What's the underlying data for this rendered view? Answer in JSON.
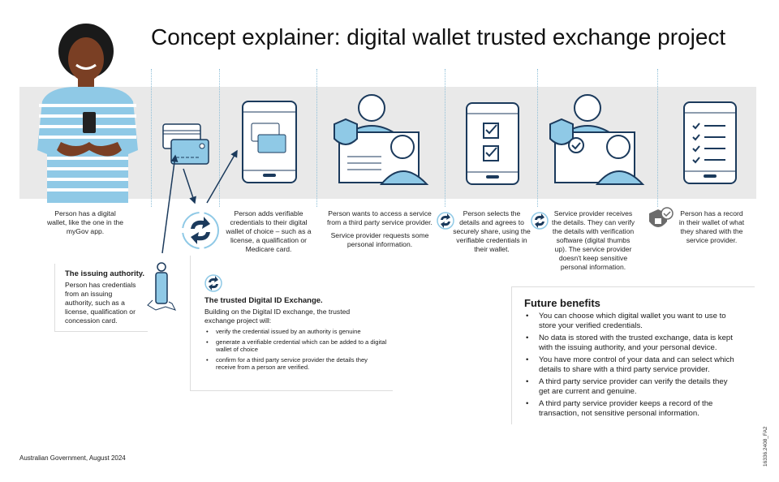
{
  "title": "Concept explainer: digital wallet trusted exchange project",
  "steps": [
    {
      "text": [
        "Person has a digital wallet, like the one in the myGov app."
      ]
    },
    {
      "text": [
        "Person adds verifiable credentials to their digital wallet of choice – such as a license, a qualification or Medicare card."
      ]
    },
    {
      "text": [
        "Person wants to access a service from a third party service provider.",
        "Service provider requests some personal information."
      ]
    },
    {
      "text": [
        "Person selects the details and agrees to securely share, using the verifiable credentials in their wallet."
      ]
    },
    {
      "text": [
        "Service provider receives the details. They can verify the details with verification software (digital thumbs up). The service provider doesn't keep sensitive personal information."
      ]
    },
    {
      "text": [
        "Person has a record in their wallet of what they shared with the service provider."
      ]
    }
  ],
  "issuing": {
    "title": "The issuing authority.",
    "body": "Person has credentials from an issuing authority, such as a license, qualification or concession card."
  },
  "trusted": {
    "title": "The trusted Digital ID Exchange.",
    "body": "Building on the Digital ID exchange, the trusted exchange project will:",
    "items": [
      "verify the credential issued by an authority is genuine",
      "generate a verifiable credential which can be added to a digital wallet of choice",
      "confirm for a third party service provider the details they receive from a person are verified."
    ]
  },
  "future": {
    "title": "Future benefits",
    "items": [
      "You can choose which digital wallet you want to use to store your verified credentials.",
      "No data is stored with the trusted exchange, data is kept with the issuing authority, and your personal device.",
      "You have more control of your data and can select which details to share with a third party service provider.",
      "A third party service provider can verify the details they get are current and genuine.",
      "A third party service provider keeps a record of the transaction, not sensitive personal information."
    ]
  },
  "footer": "Australian Government, August 2024",
  "code": "16336.2408_FA2",
  "colors": {
    "navy": "#1b3a5c",
    "light_blue": "#8fc9e6",
    "band": "#e9e9e9"
  }
}
